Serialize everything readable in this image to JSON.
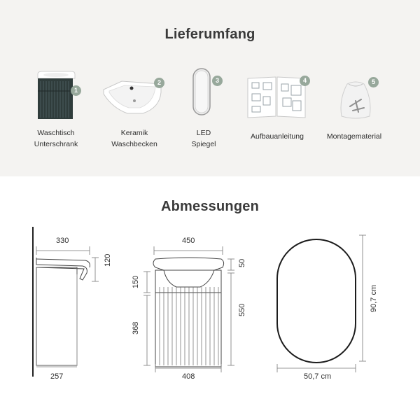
{
  "delivery": {
    "title": "Lieferumfang",
    "items": [
      {
        "number": "1",
        "label": "Waschtisch\nUnterschrank"
      },
      {
        "number": "2",
        "label": "Keramik\nWaschbecken"
      },
      {
        "number": "3",
        "label": "LED\nSpiegel"
      },
      {
        "number": "4",
        "label": "Aufbauanleitung"
      },
      {
        "number": "5",
        "label": "Montagematerial"
      }
    ],
    "colors": {
      "badge": "#97a89b",
      "cabinet": "#2f3c3b",
      "panel": "#f4f3f1"
    }
  },
  "dimensions": {
    "title": "Abmessungen",
    "side": {
      "top_width": "330",
      "bottom_width": "257",
      "sink_height": "120"
    },
    "front": {
      "top_width": "450",
      "bottom_width": "408",
      "sink_height": "50",
      "drawer_height": "150",
      "lower_height": "368",
      "cabinet_height": "550"
    },
    "mirror": {
      "width": "50,7 cm",
      "height": "90,7 cm"
    }
  }
}
